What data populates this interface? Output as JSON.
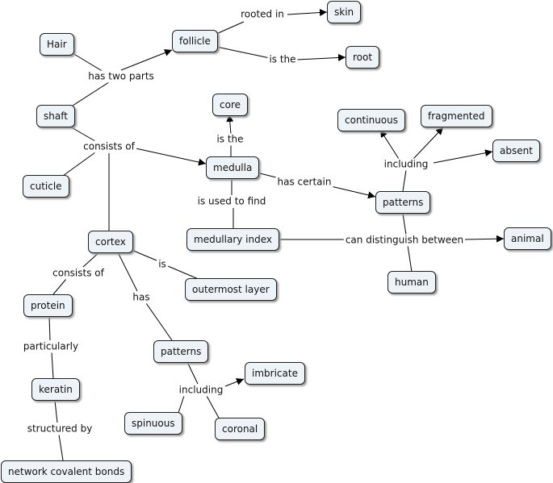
{
  "colors": {
    "node_fill": "#eef3f7",
    "node_border": "#1f1f1f",
    "line": "#000000",
    "background": "#ffffff"
  },
  "concepts": {
    "hair": "Hair",
    "follicle": "follicle",
    "skin": "skin",
    "root": "root",
    "shaft": "shaft",
    "cuticle": "cuticle",
    "core": "core",
    "medulla": "medulla",
    "continuous": "continuous",
    "fragmented": "fragmented",
    "absent": "absent",
    "patterns_top": "patterns",
    "medullary_index": "medullary index",
    "animal": "animal",
    "human": "human",
    "cortex": "cortex",
    "outermost_layer": "outermost layer",
    "protein": "protein",
    "patterns_bottom": "patterns",
    "imbricate": "imbricate",
    "keratin": "keratin",
    "spinuous": "spinuous",
    "coronal": "coronal",
    "network_bonds": "network covalent bonds"
  },
  "linking_phrases": {
    "rooted_in": "rooted in",
    "is_the_root": "is the",
    "has_two_parts": "has two parts",
    "consists_of_shaft": "consists of",
    "is_the_core": "is the",
    "has_certain": "has certain",
    "is_used_to_find": "is used to find",
    "including_top": "including",
    "can_distinguish": "can distinguish between",
    "is_outermost": "is",
    "consists_of_cortex": "consists of",
    "has_cortex": "has",
    "particularly": "particularly",
    "including_bottom": "including",
    "structured_by": "structured by"
  }
}
